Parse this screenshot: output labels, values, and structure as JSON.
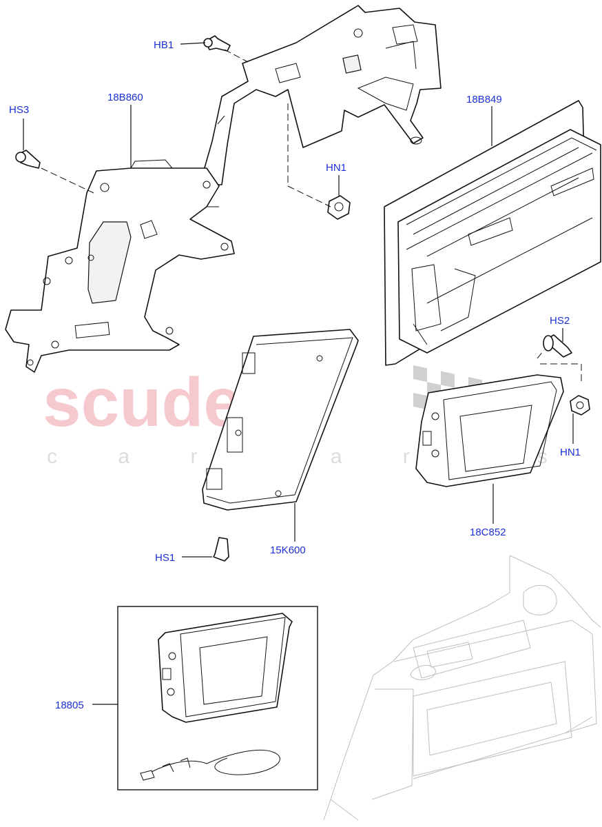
{
  "watermark": {
    "brand": "scuderia",
    "sub": "c a r   p a r t s"
  },
  "callouts": {
    "hb1": "HB1",
    "hs3": "HS3",
    "b860": "18B860",
    "hn1_top": "HN1",
    "b849": "18B849",
    "hs2": "HS2",
    "hn1_right": "HN1",
    "c852": "18C852",
    "hs1": "HS1",
    "k600": "15K600",
    "p18805": "18805"
  }
}
